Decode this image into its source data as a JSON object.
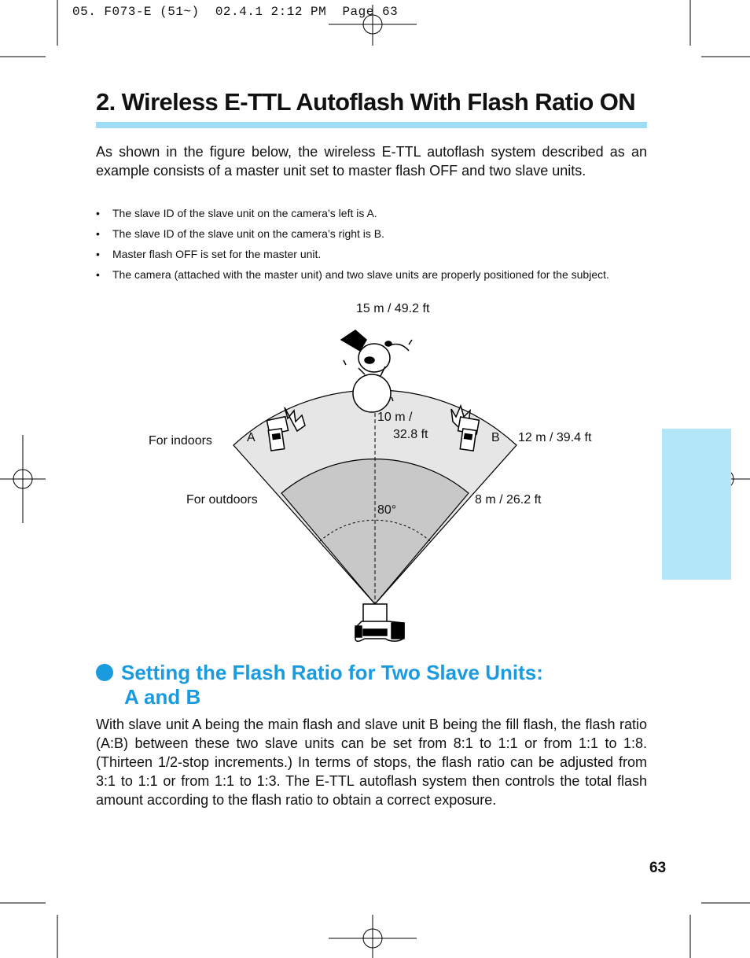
{
  "header": {
    "print_line": "05. F073-E (51~)  02.4.1 2:12 PM  Page 63"
  },
  "title": "2. Wireless E-TTL Autoflash With Flash Ratio ON",
  "intro": "As shown in the figure below, the wireless E-TTL autoflash system described as an example consists of a master unit set to master flash OFF and two slave units.",
  "bullets": [
    "The slave ID of the slave unit on the camera’s left is A.",
    "The slave ID of the slave unit on the camera’s right is B.",
    "Master flash OFF is set for the master unit.",
    "The camera (attached with the master unit) and two slave units are properly positioned for the subject."
  ],
  "diagram": {
    "top_range": "15 m / 49.2 ft",
    "mid_range_1": "10 m /",
    "mid_range_2": "32.8 ft",
    "right_range": "12 m / 39.4 ft",
    "outdoor_range": "8 m / 26.2 ft",
    "angle": "80°",
    "indoors_label": "For indoors",
    "outdoors_label": "For outdoors",
    "slave_a": "A",
    "slave_b": "B",
    "colors": {
      "outer_zone": "#e6e6e6",
      "inner_zone": "#c8c8c8"
    }
  },
  "section": {
    "title_line1": "Setting the Flash Ratio for Two Slave Units:",
    "title_line2": "A and B",
    "accent_color": "#1a9be0",
    "body": "With slave unit A being the main flash and slave unit B being the fill flash, the flash ratio (A:B) between these two slave units can be set from 8:1 to 1:1 or from 1:1 to 1:8. (Thirteen 1/2-stop increments.) In terms of stops, the flash ratio can be adjusted from 3:1 to 1:1 or from 1:1 to 1:3. The E-TTL autoflash system then controls the total flash amount according to the flash ratio to obtain a correct exposure."
  },
  "page_number": "63",
  "side_tab_color": "#b4e6f9"
}
